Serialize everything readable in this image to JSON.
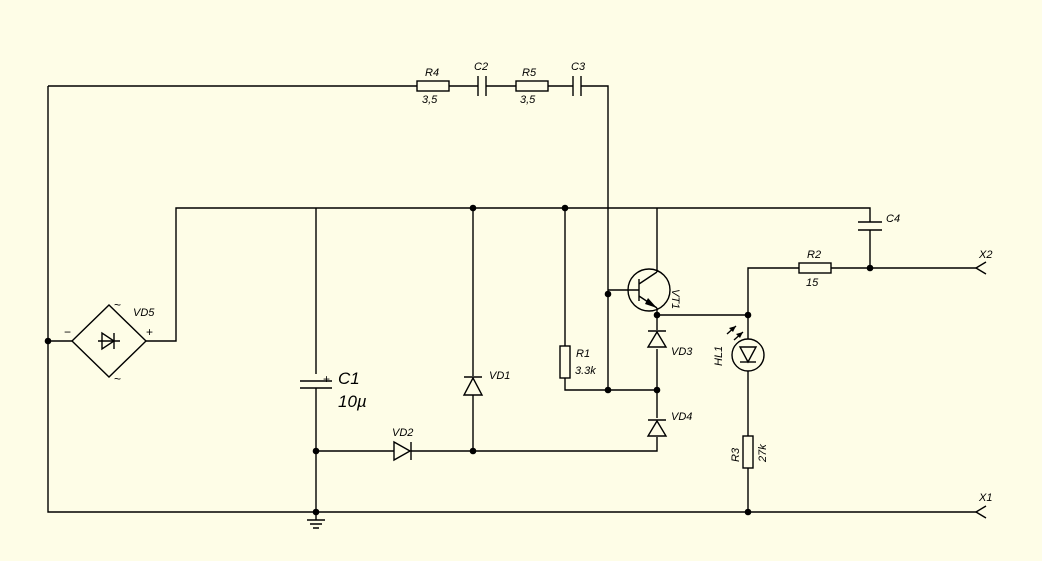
{
  "components": {
    "r4": {
      "ref": "R4",
      "value": "3,5"
    },
    "c2": {
      "ref": "C2"
    },
    "r5": {
      "ref": "R5",
      "value": "3,5"
    },
    "c3": {
      "ref": "C3"
    },
    "c4": {
      "ref": "C4"
    },
    "r2": {
      "ref": "R2",
      "value": "15"
    },
    "vt1": {
      "ref": "VT1"
    },
    "vd5": {
      "ref": "VD5",
      "minus": "−",
      "plus": "+",
      "ac": "~"
    },
    "r1": {
      "ref": "R1",
      "value": "3.3k"
    },
    "vd3": {
      "ref": "VD3"
    },
    "vd4": {
      "ref": "VD4"
    },
    "hl1": {
      "ref": "HL1"
    },
    "c1": {
      "ref": "C1",
      "value": "10µ",
      "plus": "+"
    },
    "vd1": {
      "ref": "VD1"
    },
    "vd2": {
      "ref": "VD2"
    },
    "r3": {
      "ref": "R3",
      "value": "27k"
    }
  },
  "terminals": {
    "x1": "X1",
    "x2": "X2"
  }
}
